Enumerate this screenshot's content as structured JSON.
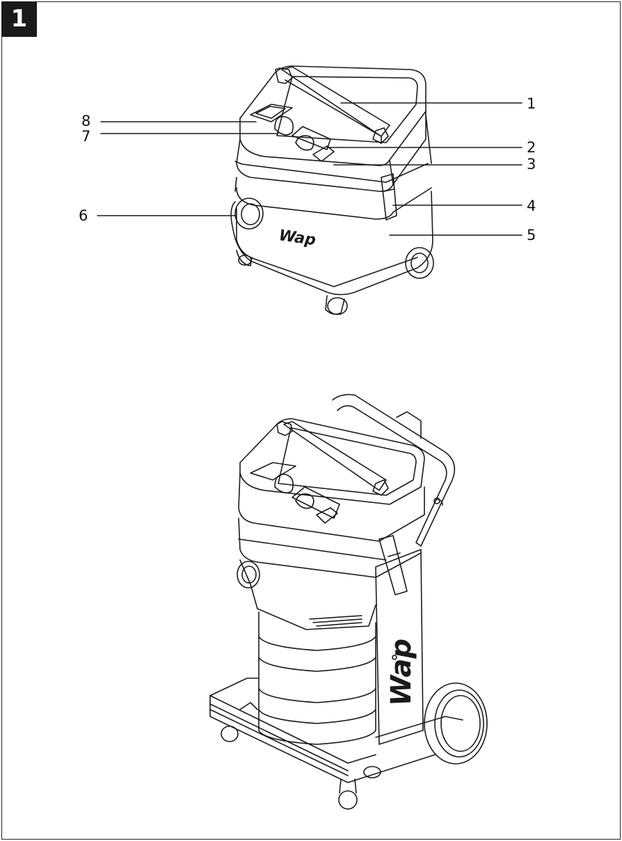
{
  "figure": {
    "number": "1"
  },
  "callouts": [
    {
      "id": "c1",
      "label": "1"
    },
    {
      "id": "c2",
      "label": "2"
    },
    {
      "id": "c3",
      "label": "3"
    },
    {
      "id": "c4",
      "label": "4"
    },
    {
      "id": "c5",
      "label": "5"
    },
    {
      "id": "c6",
      "label": "6"
    },
    {
      "id": "c7",
      "label": "7"
    },
    {
      "id": "c8",
      "label": "8"
    }
  ],
  "brand": {
    "logo_text": "Wap"
  },
  "colors": {
    "line": "#1a1a1a",
    "badge": "#1a1a1a",
    "background": "#ffffff"
  }
}
